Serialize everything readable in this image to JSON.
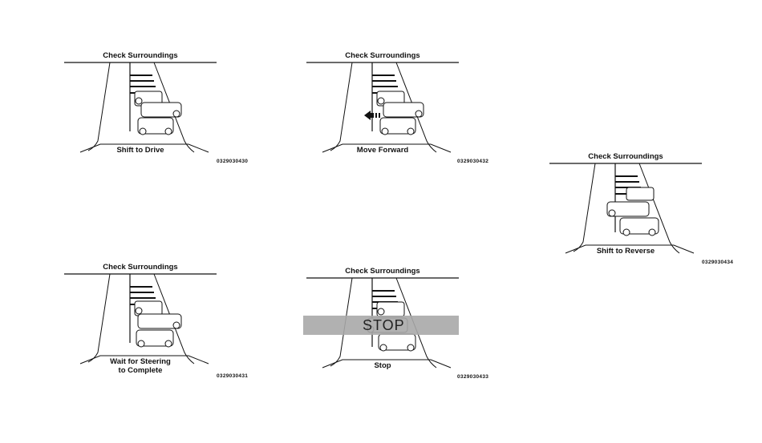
{
  "panels": [
    {
      "title": "Check Surroundings",
      "caption": "Shift to Drive",
      "code": "0329030430"
    },
    {
      "title": "Check Surroundings",
      "caption": "Move Forward",
      "code": "0329030432"
    },
    {
      "title": "Check Surroundings",
      "caption": "Shift to Reverse",
      "code": "0329030434"
    },
    {
      "title": "Check Surroundings",
      "caption": "Wait for Steering to Complete",
      "caption_line1": "Wait for Steering",
      "caption_line2": "to Complete",
      "code": "0329030431"
    },
    {
      "title": "Check Surroundings",
      "caption": "Stop",
      "code": "0329030433",
      "overlay": "STOP"
    }
  ]
}
